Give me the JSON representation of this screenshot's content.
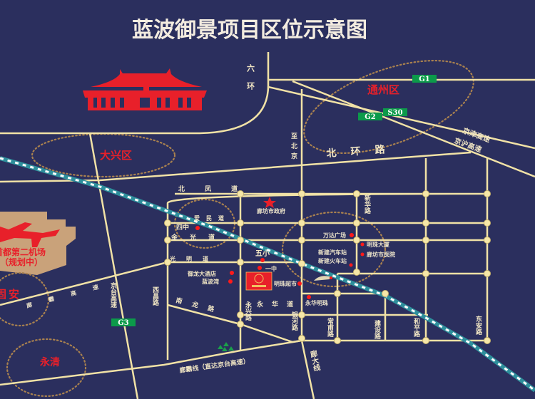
{
  "title": "蓝波御景项目区位示意图",
  "colors": {
    "background": "#2b2f5e",
    "road": "#f1e2a6",
    "district": "#e8202a",
    "highway_badge": "#0c9a4a",
    "airport": "#c9a27a"
  },
  "districts": {
    "tongzhou": "通州区",
    "daxing": "大兴区",
    "guan": "固安",
    "yongqing": "永清"
  },
  "airport": {
    "line1": "首都第二机场",
    "line2": "（规划中）"
  },
  "highways": {
    "g1": "G1",
    "s30": "S30",
    "g2": "G2",
    "g3": "G3"
  },
  "roads": {
    "liuhuan": "六环",
    "zhibeijing": "至北京",
    "beihuanlu": "北环路",
    "jingjin": "京津高速",
    "jinghu": "京沪高速",
    "jingtai": "京台高速",
    "langba_expressway": "廊霸高速",
    "beifengdao": "北凤道",
    "aimindao": "爱民道",
    "jinguangdao": "金光道",
    "guangmingdao": "光明道",
    "yonghuadao": "永华道",
    "xinhualu": "新华路",
    "yongxinglu": "永兴路",
    "yinhelu": "银河路",
    "changfulu": "常甫路",
    "jianshelu": "建设路",
    "hepinglu": "和平路",
    "donganlu": "东安路",
    "xichanglu": "西昌路",
    "nanlonglu": "南龙路",
    "langbaxian": "廊霸线（直达京台高速）",
    "langdaxian": "廊大线"
  },
  "pois": {
    "government": "廊坊市政府",
    "sizhong": "四中",
    "wuxiao": "五小",
    "yizhong": "一中",
    "yulong_hotel": "御龙大酒店",
    "lanbowan": "蓝波湾",
    "mingzhu_market": "明珠超市",
    "yonghua_mingzhu": "永华明珠",
    "wanda": "万达广场",
    "mingzhu_tower": "明珠大厦",
    "hospital": "廊坊市医院",
    "bus_station": "新建汽车站",
    "train_station": "新建火车站"
  }
}
